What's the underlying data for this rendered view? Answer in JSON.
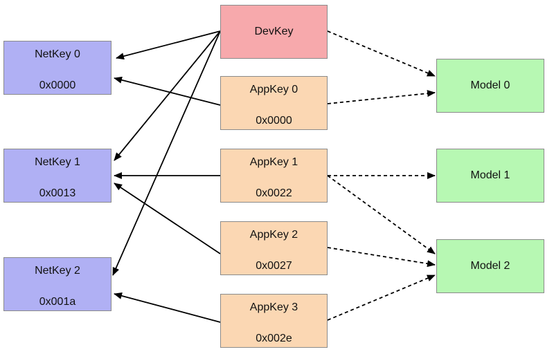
{
  "netkeys": [
    {
      "name": "NetKey 0",
      "index": "0x0000"
    },
    {
      "name": "NetKey 1",
      "index": "0x0013"
    },
    {
      "name": "NetKey 2",
      "index": "0x001a"
    }
  ],
  "devkey": {
    "name": "DevKey"
  },
  "appkeys": [
    {
      "name": "AppKey 0",
      "index": "0x0000"
    },
    {
      "name": "AppKey 1",
      "index": "0x0022"
    },
    {
      "name": "AppKey 2",
      "index": "0x0027"
    },
    {
      "name": "AppKey 3",
      "index": "0x002e"
    }
  ],
  "models": [
    {
      "name": "Model 0"
    },
    {
      "name": "Model 1"
    },
    {
      "name": "Model 2"
    }
  ],
  "colors": {
    "netkey": "#b0b0f4",
    "appkey": "#fbd7b3",
    "devkey": "#f7a9ac",
    "model": "#b7f8b3"
  }
}
